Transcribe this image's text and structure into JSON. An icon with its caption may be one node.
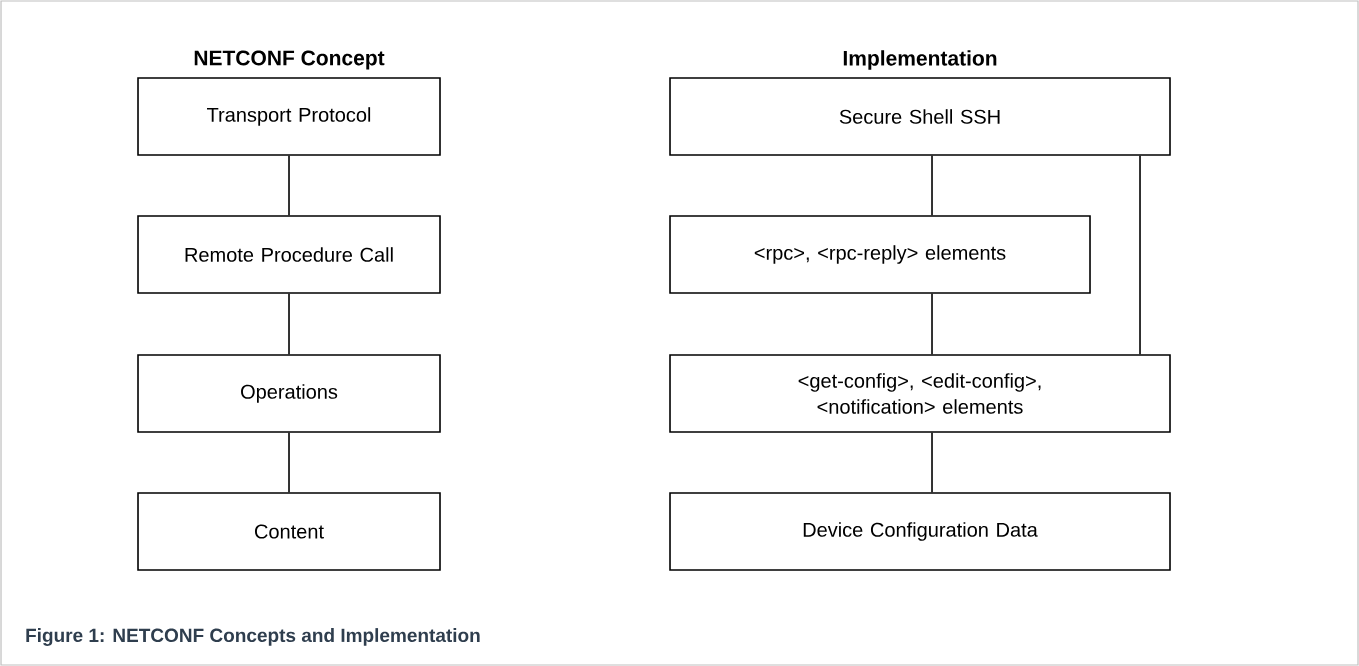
{
  "diagram": {
    "caption": "Figure 1: NETCONF Concepts and Implementation",
    "nodes": [
      {
        "text": [
          "Transport Protocol"
        ]
      },
      {
        "text": [
          "Remote Procedure Call"
        ]
      },
      {
        "text": [
          "Operations"
        ]
      },
      {
        "text": [
          "Content"
        ]
      },
      {
        "text": [
          "Secure Shell SSH"
        ]
      },
      {
        "text": [
          "<rpc>, <rpc-reply> elements"
        ]
      },
      {
        "text": [
          "<get-config>, <edit-config>, <notification> elements"
        ]
      },
      {
        "text": [
          "Device Configuration Data"
        ]
      }
    ],
    "edges": [
      {
        "from": 0,
        "to": 1,
        "arrow": "none"
      },
      {
        "from": 1,
        "to": 2,
        "arrow": "none"
      },
      {
        "from": 2,
        "to": 3,
        "arrow": "none"
      },
      {
        "from": 4,
        "to": 5,
        "arrow": "none"
      },
      {
        "from": 5,
        "to": 6,
        "arrow": "none"
      },
      {
        "from": 4,
        "to": 6,
        "arrow": "none"
      },
      {
        "from": 6,
        "to": 7,
        "arrow": "none"
      }
    ],
    "labels": [
      "NETCONF Concept",
      "Implementation"
    ]
  }
}
